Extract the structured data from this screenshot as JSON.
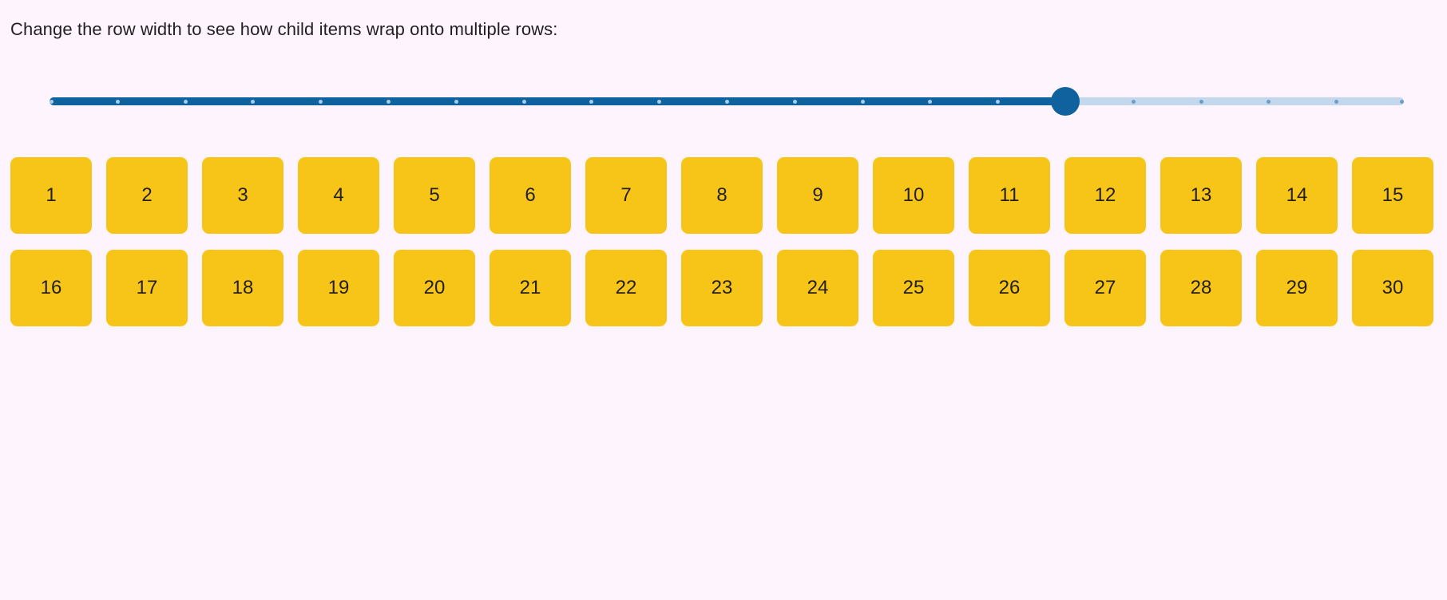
{
  "page": {
    "background_color": "#fdf4fe",
    "instruction": "Change the row width to see how child items wrap onto multiple rows:"
  },
  "slider": {
    "name": "row-width-slider",
    "min": 0,
    "max": 20,
    "value": 15,
    "step": 1,
    "tick_count": 21,
    "active_color": "#10629f",
    "inactive_color": "#c3d8ec",
    "thumb_color": "#10629f",
    "active_tick_color": "#a8cbe8",
    "inactive_tick_color": "#6d9dc8"
  },
  "tiles": {
    "color": "#f7c518",
    "text_color": "#231f20",
    "per_row": 15,
    "items": [
      "1",
      "2",
      "3",
      "4",
      "5",
      "6",
      "7",
      "8",
      "9",
      "10",
      "11",
      "12",
      "13",
      "14",
      "15",
      "16",
      "17",
      "18",
      "19",
      "20",
      "21",
      "22",
      "23",
      "24",
      "25",
      "26",
      "27",
      "28",
      "29",
      "30"
    ]
  }
}
